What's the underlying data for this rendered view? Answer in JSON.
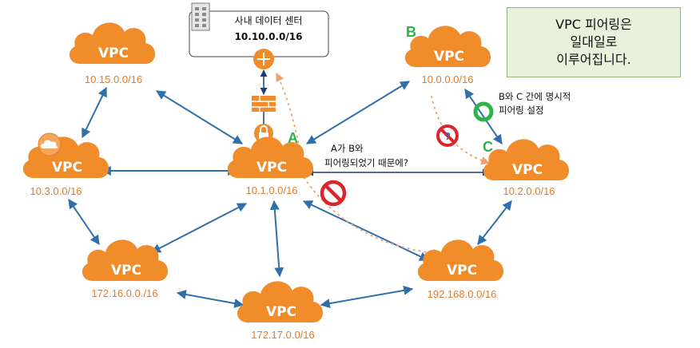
{
  "callout": {
    "lines": [
      "VPC 피어링은",
      "일대일로",
      "이루어집니다."
    ]
  },
  "datacenter": {
    "title": "사내 데이터 센터",
    "cidr": "10.10.0.0/16"
  },
  "vpc_word": "VPC",
  "vpcs": [
    {
      "id": "A",
      "letter": "A",
      "cidr": "10.1.0.0/16"
    },
    {
      "id": "B",
      "letter": "B",
      "cidr": "10.0.0.0/16"
    },
    {
      "id": "C",
      "letter": "C",
      "cidr": "10.2.0.0/16"
    },
    {
      "id": "v1015",
      "letter": "",
      "cidr": "10.15.0.0/16"
    },
    {
      "id": "v103",
      "letter": "",
      "cidr": "10.3.0.0/16"
    },
    {
      "id": "v17216",
      "letter": "",
      "cidr": "172.16.0.0./16"
    },
    {
      "id": "v17217",
      "letter": "",
      "cidr": "172.17.0.0/16"
    },
    {
      "id": "v192",
      "letter": "",
      "cidr": "192.168.0.0/16"
    }
  ],
  "notes": {
    "bc_peering": [
      "B와 C 간에 명시적",
      "피어링 설정"
    ],
    "question": [
      "A가 B와",
      "피어링되었기 때문에?"
    ]
  },
  "colors": {
    "vpc_orange": "#f08c2a",
    "peering_blue": "#2f6faa",
    "cidr_orange": "#e47a2b",
    "letter_green": "#2fb24a",
    "forbidden_red": "#d8262f",
    "allowed_green": "#2fb24a",
    "dashed_route": "#f0a070"
  },
  "icons": {
    "router": "router-icon",
    "firewall": "firewall-icon",
    "lock": "lock-icon",
    "building": "building-icon",
    "cloud": "cloud-icon",
    "no_entry": "no-entry-icon",
    "peering_ok": "ring-icon"
  }
}
